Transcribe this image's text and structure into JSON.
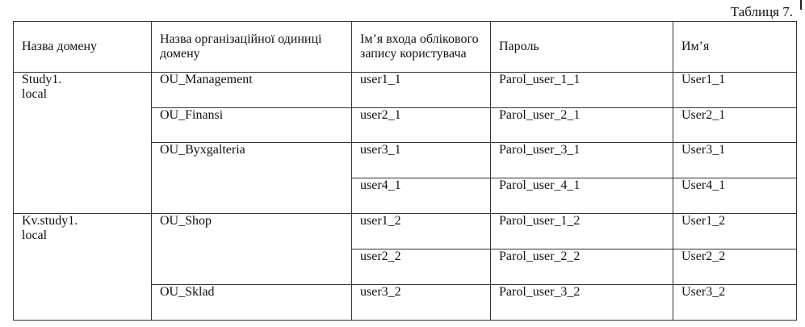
{
  "caption": "Таблиця 7.",
  "headers": [
    "Назва домену",
    "Назва організаційної одиниці домену",
    "Ім’я входа облікового запису користувача",
    "Пароль",
    "Им’я"
  ],
  "domains": [
    {
      "lines": [
        "Study1.",
        "local"
      ],
      "units": [
        {
          "name": "OU_Management",
          "rows": [
            {
              "login": "user1_1",
              "password": "Parol_user_1_1",
              "name": "User1_1"
            }
          ]
        },
        {
          "name": "OU_Finansi",
          "rows": [
            {
              "login": "user2_1",
              "password": "Parol_user_2_1",
              "name": "User2_1"
            }
          ]
        },
        {
          "name": "OU_Byxgalteria",
          "rows": [
            {
              "login": "user3_1",
              "password": "Parol_user_3_1",
              "name": "User3_1"
            },
            {
              "login": "user4_1",
              "password": "Parol_user_4_1",
              "name": "User4_1"
            }
          ]
        }
      ]
    },
    {
      "lines": [
        "Kv.study1.",
        "local"
      ],
      "units": [
        {
          "name": "OU_Shop",
          "rows": [
            {
              "login": "user1_2",
              "password": "Parol_user_1_2",
              "name": "User1_2"
            },
            {
              "login": "user2_2",
              "password": "Parol_user_2_2",
              "name": "User2_2"
            }
          ]
        },
        {
          "name": "OU_Sklad",
          "rows": [
            {
              "login": "user3_2",
              "password": "Parol_user_3_2",
              "name": "User3_2"
            }
          ]
        }
      ]
    }
  ]
}
